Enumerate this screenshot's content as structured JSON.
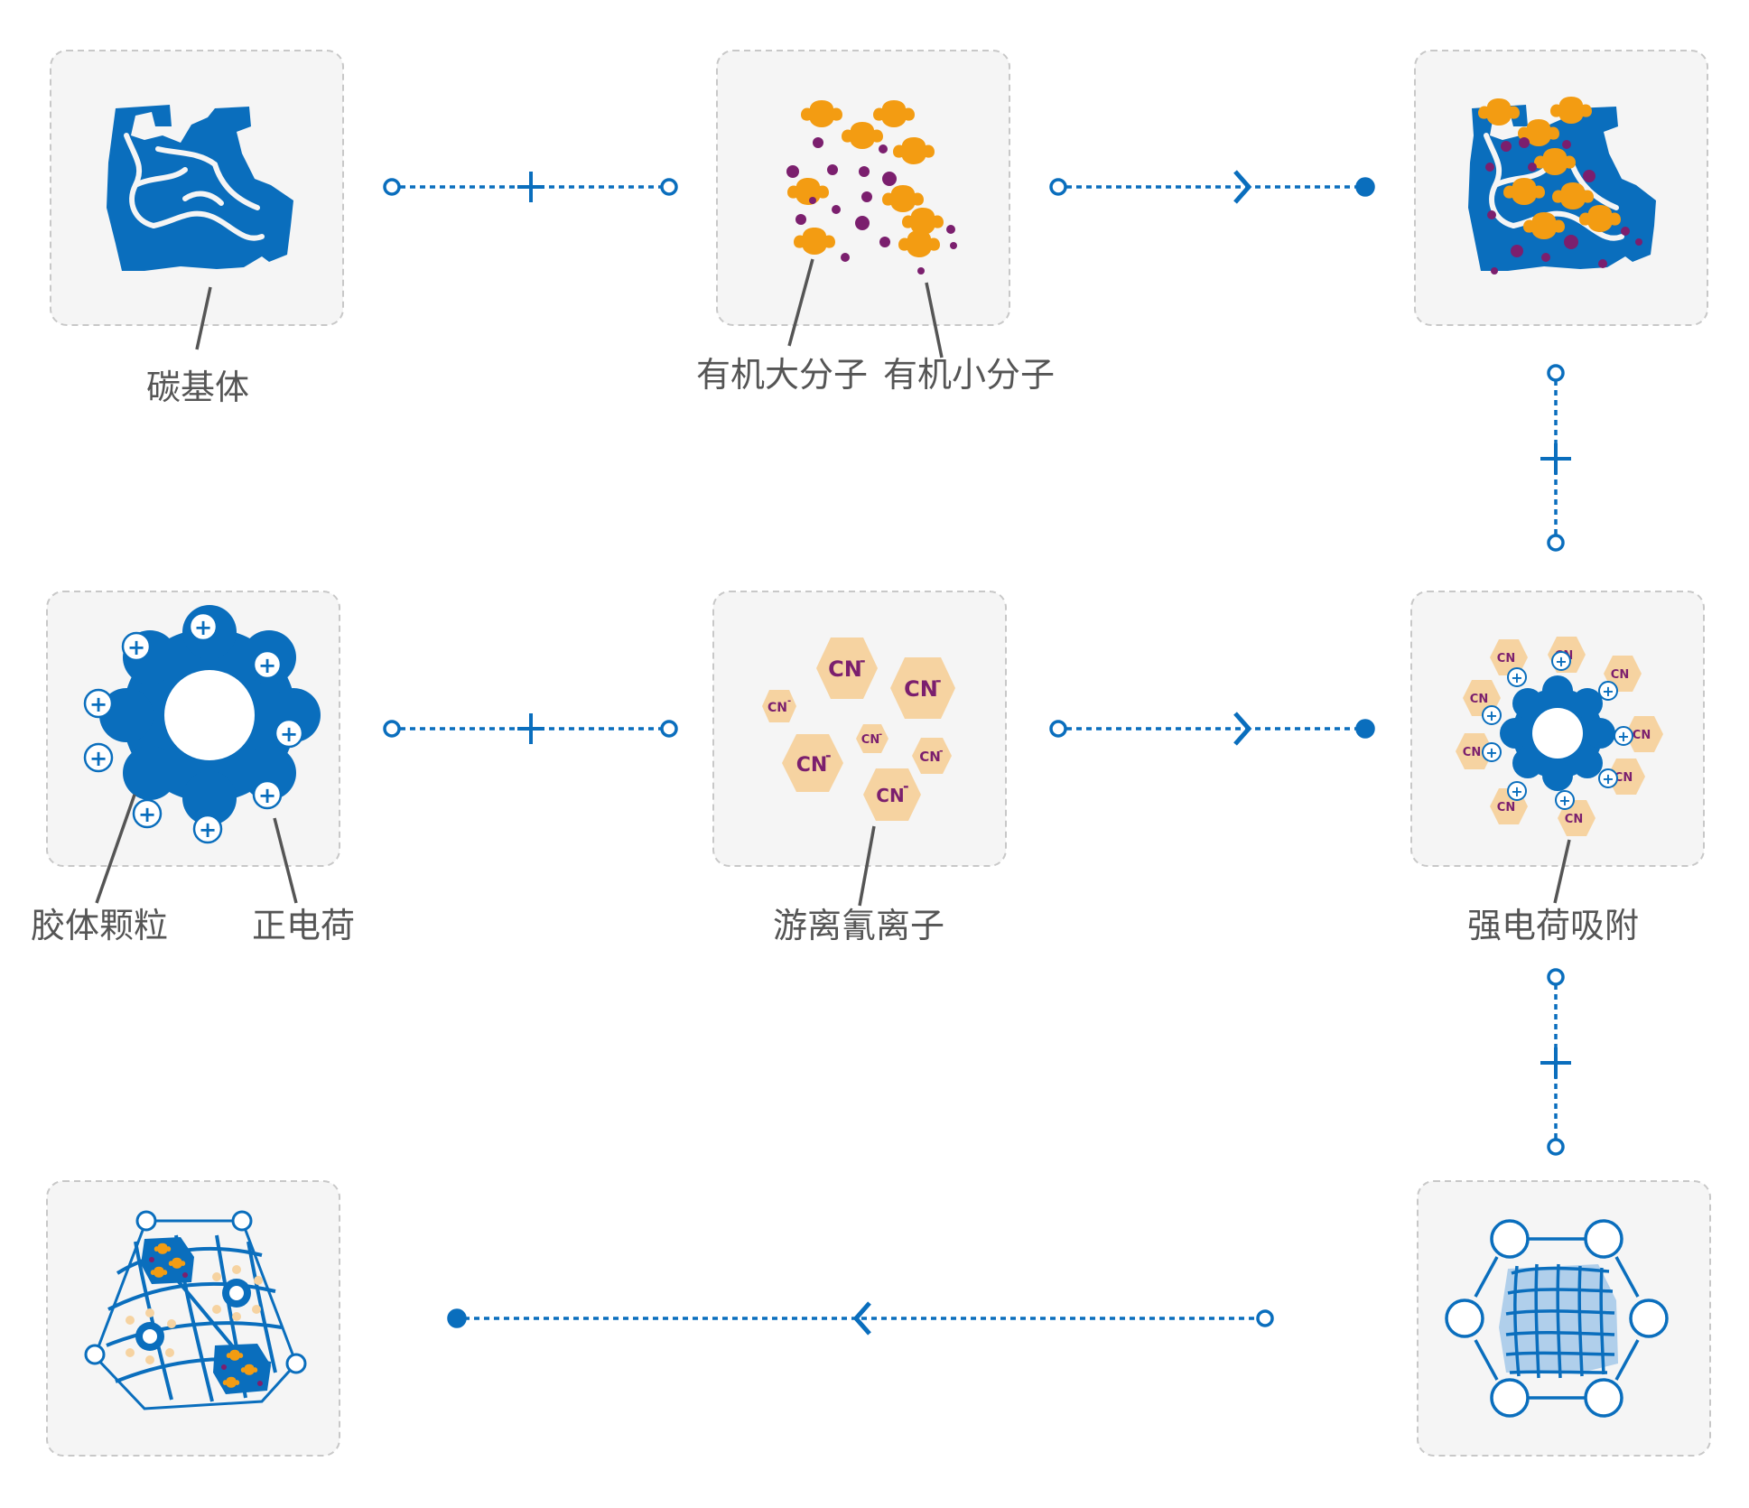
{
  "labels": {
    "carbon_matrix": "碳基体",
    "organic_macromolecule": "有机大分子",
    "organic_small_molecule": "有机小分子",
    "colloid_particle": "胶体颗粒",
    "positive_charge": "正电荷",
    "free_cyanide_ion": "游离氰离子",
    "strong_charge_adsorption": "强电荷吸附"
  },
  "cyanide_symbol": "CN",
  "charge_symbol": "+",
  "colors": {
    "blue": "#0a6ebd",
    "orange": "#f39c12",
    "purple": "#7b1f6e",
    "hex_fill": "#f6d3a1",
    "panel_fill": "#f5f5f5",
    "panel_border": "#c8c8c8",
    "label_line": "#555555"
  }
}
